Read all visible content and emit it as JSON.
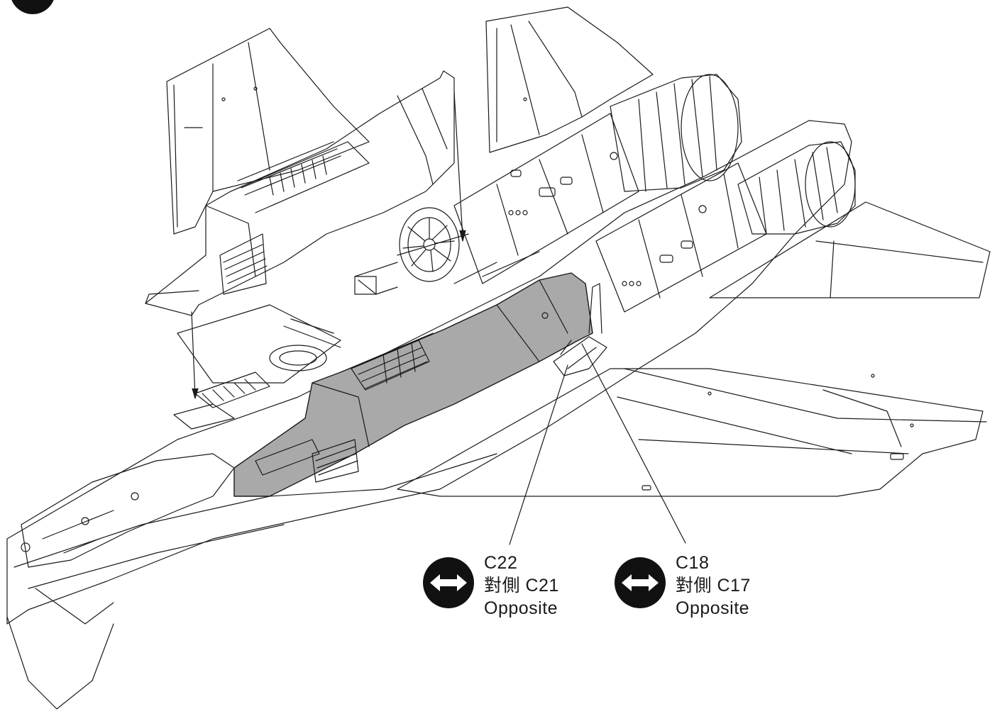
{
  "callouts": [
    {
      "part": "C22",
      "opposite_line": "對側 C21",
      "note": "Opposite"
    },
    {
      "part": "C18",
      "opposite_line": "對側 C17",
      "note": "Opposite"
    }
  ],
  "icons": {
    "step_marker": "step-number-circle-icon",
    "opposite_side": "double-arrow-opposite-icon"
  },
  "colors": {
    "line": "#1a1a1a",
    "highlight_part": "#a9a9a9",
    "background": "#ffffff"
  }
}
